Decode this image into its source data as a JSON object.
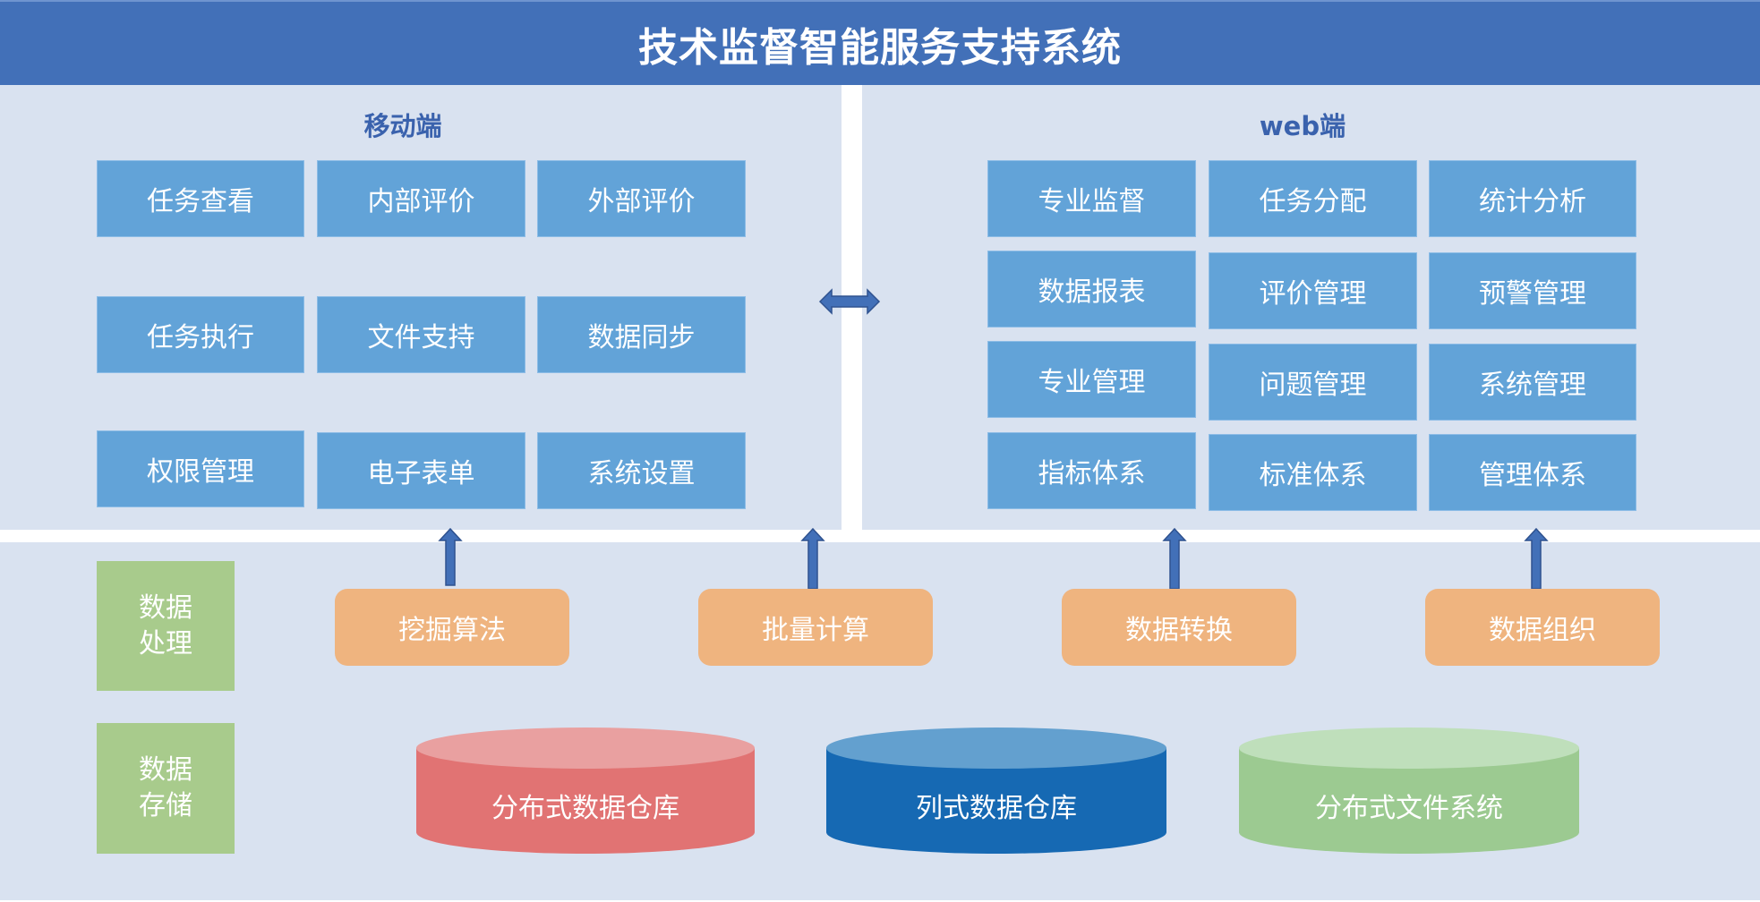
{
  "title": "技术监督智能服务支持系统",
  "mobile": {
    "title": "移动端",
    "items": [
      "任务查看",
      "内部评价",
      "外部评价",
      "任务执行",
      "文件支持",
      "数据同步",
      "权限管理",
      "电子表单",
      "系统设置"
    ]
  },
  "web": {
    "title": "web端",
    "items": [
      "专业监督",
      "任务分配",
      "统计分析",
      "数据报表",
      "评价管理",
      "预警管理",
      "专业管理",
      "问题管理",
      "系统管理",
      "指标体系",
      "标准体系",
      "管理体系"
    ]
  },
  "data_processing": {
    "label_line1": "数据",
    "label_line2": "处理",
    "items": [
      "挖掘算法",
      "批量计算",
      "数据转换",
      "数据组织"
    ]
  },
  "data_storage": {
    "label_line1": "数据",
    "label_line2": "存储",
    "items": [
      {
        "label": "分布式数据仓库",
        "side": "#E17373",
        "top": "#E9A0A0"
      },
      {
        "label": "列式数据仓库",
        "side": "#1669B3",
        "top": "#63A0CF"
      },
      {
        "label": "分布式文件系统",
        "side": "#9CCA91",
        "top": "#BFDFBB"
      }
    ]
  },
  "colors": {
    "header": "#4270B8",
    "panel": "#D9E2F0",
    "function_box": "#62A3D8",
    "process_box": "#EFB47F",
    "layer_label": "#A8CB8C",
    "arrow": "#4270B8"
  }
}
